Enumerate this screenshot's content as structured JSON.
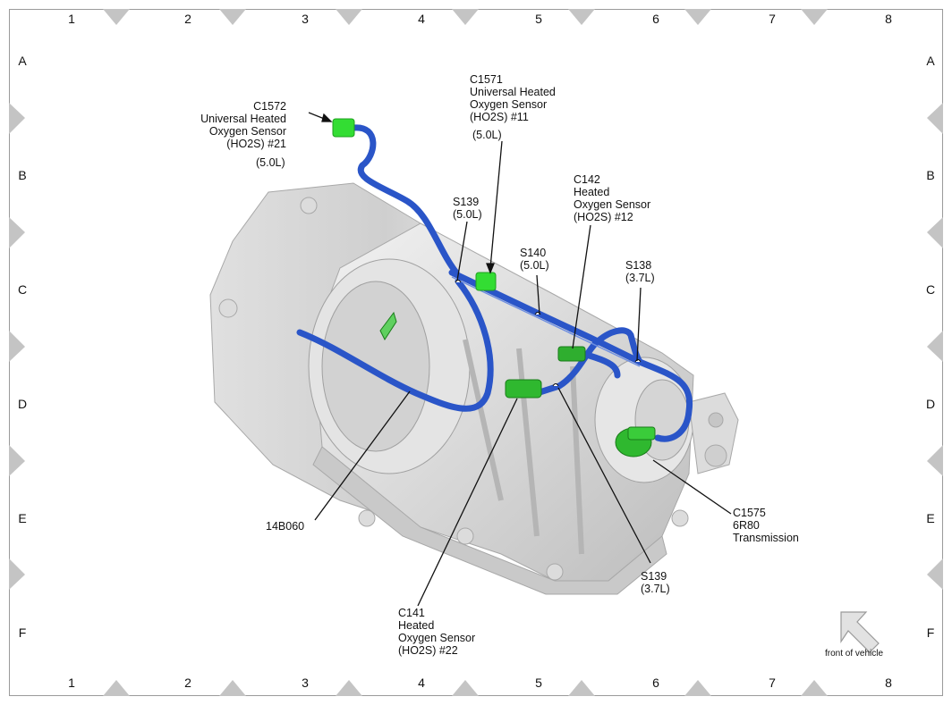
{
  "grid": {
    "columns": [
      "1",
      "2",
      "3",
      "4",
      "5",
      "6",
      "7",
      "8"
    ],
    "rows": [
      "A",
      "B",
      "C",
      "D",
      "E",
      "F"
    ]
  },
  "labels": {
    "c1572": [
      "C1572",
      "Universal Heated",
      "Oxygen Sensor",
      "(HO2S) #21",
      "(5.0L)"
    ],
    "c1571": [
      "C1571",
      "Universal Heated",
      "Oxygen Sensor",
      "(HO2S) #11",
      "(5.0L)"
    ],
    "c142": [
      "C142",
      "Heated",
      "Oxygen Sensor",
      "(HO2S) #12"
    ],
    "s139_50": [
      "S139",
      "(5.0L)"
    ],
    "s140": [
      "S140",
      "(5.0L)"
    ],
    "s138": [
      "S138",
      "(3.7L)"
    ],
    "c1575": [
      "C1575",
      "6R80",
      "Transmission"
    ],
    "s139_37": [
      "S139",
      "(3.7L)"
    ],
    "harness": [
      "14B060"
    ],
    "c141": [
      "C141",
      "Heated",
      "Oxygen Sensor",
      "(HO2S) #22"
    ]
  },
  "front_of_vehicle": "front of vehicle",
  "colors": {
    "harness": "#2a55c8",
    "connector": "#33dd33",
    "connector_dark": "#1fa01f",
    "transmission": "#d8d8d8",
    "border_marker": "#c4c4c4"
  },
  "icons": [
    "front-arrow-icon"
  ]
}
